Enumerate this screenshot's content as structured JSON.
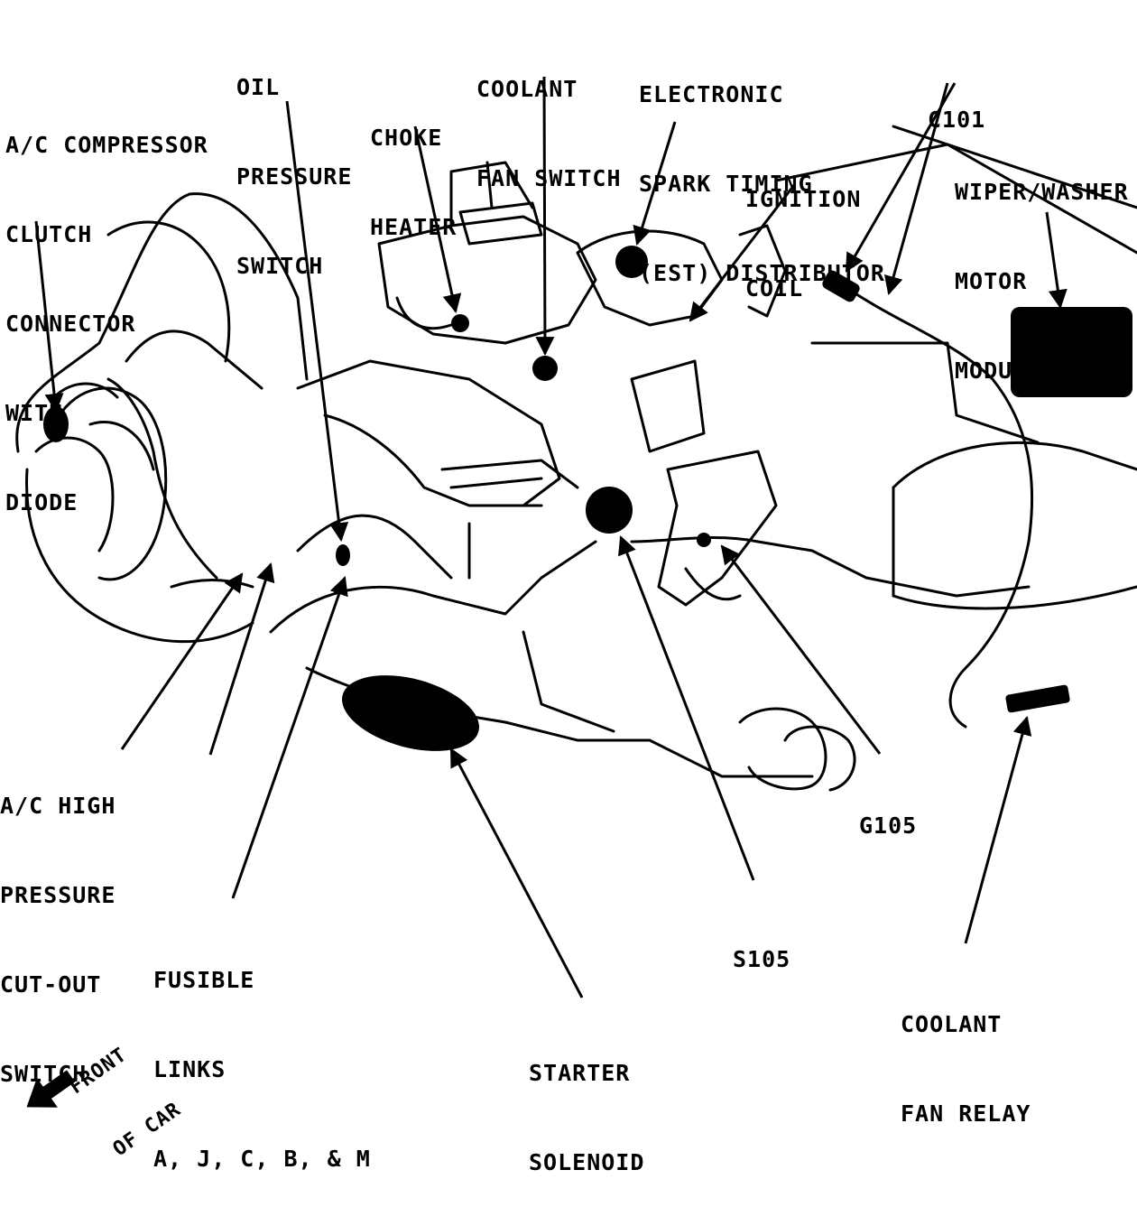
{
  "labels": {
    "ac_compressor": [
      "A/C COMPRESSOR",
      "CLUTCH",
      "CONNECTOR",
      "WITH",
      "DIODE"
    ],
    "oil_pressure": [
      "OIL",
      "PRESSURE",
      "SWITCH"
    ],
    "choke_heater": [
      "CHOKE",
      "HEATER"
    ],
    "coolant_fan_switch": [
      "COOLANT",
      "FAN SWITCH"
    ],
    "est_distributor": [
      "ELECTRONIC",
      "SPARK TIMING",
      "(EST) DISTRIBUTOR"
    ],
    "c101": [
      "C101"
    ],
    "ignition_coil": [
      "IGNITION",
      "COIL"
    ],
    "wiper_washer": [
      "WIPER/WASHER",
      "MOTOR",
      "MODULE"
    ],
    "ac_high_pressure": [
      "A/C HIGH",
      "PRESSURE",
      "CUT-OUT",
      "SWITCH"
    ],
    "g105": [
      "G105"
    ],
    "s105": [
      "S105"
    ],
    "fusible_links": [
      "FUSIBLE",
      "LINKS",
      "A, J, C, B, & M"
    ],
    "starter_solenoid": [
      "STARTER",
      "SOLENOID"
    ],
    "coolant_fan_relay": [
      "COOLANT",
      "FAN RELAY"
    ],
    "front_of_car": [
      "FRONT",
      "OF CAR"
    ]
  },
  "colors": {
    "ink": "#000000",
    "paper": "#ffffff"
  }
}
